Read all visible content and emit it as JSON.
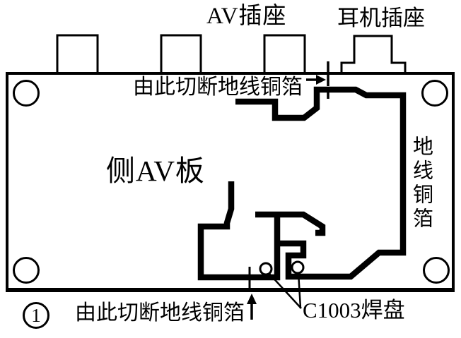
{
  "figure": {
    "caption_number": "1",
    "board_title": "侧AV板"
  },
  "labels": {
    "av_socket": "AV插座",
    "headphone_socket": "耳机插座",
    "cut_instruction_top": "由此切断地线铜箔",
    "cut_instruction_bottom": "由此切断地线铜箔",
    "ground_foil": "地线铜箔",
    "pad": "C1003焊盘"
  },
  "colors": {
    "ink": "#000000",
    "background": "#ffffff"
  }
}
